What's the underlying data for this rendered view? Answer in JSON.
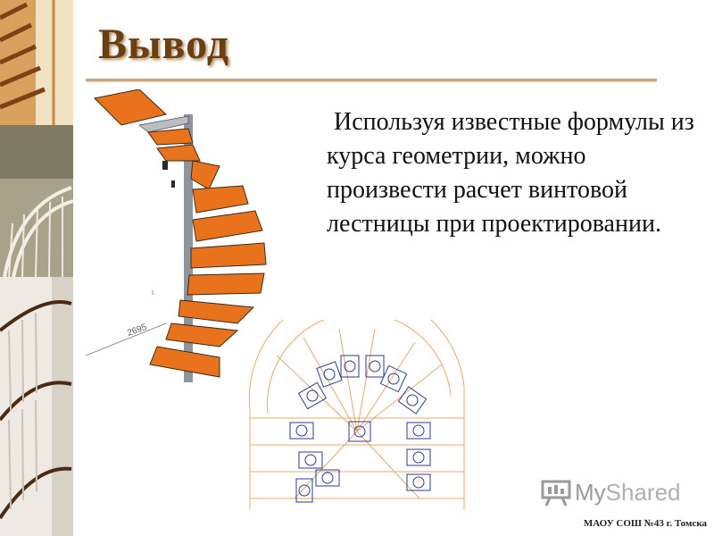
{
  "slide": {
    "title": "Вывод",
    "body": "Используя известные формулы из курса геометрии, можно произвести расчет винтовой лестницы при проектировании.",
    "dimension_label": "2695",
    "footer": "МАОУ СОШ №43 г. Томска"
  },
  "watermark": {
    "text_my": "My",
    "text_shared": "Shared"
  },
  "colors": {
    "title": "#6b3f14",
    "accent_rule": "#caa77a",
    "step_orange": "#e8731c",
    "plan_orange": "#e7a86a",
    "plan_blue": "#2b3c8f"
  }
}
